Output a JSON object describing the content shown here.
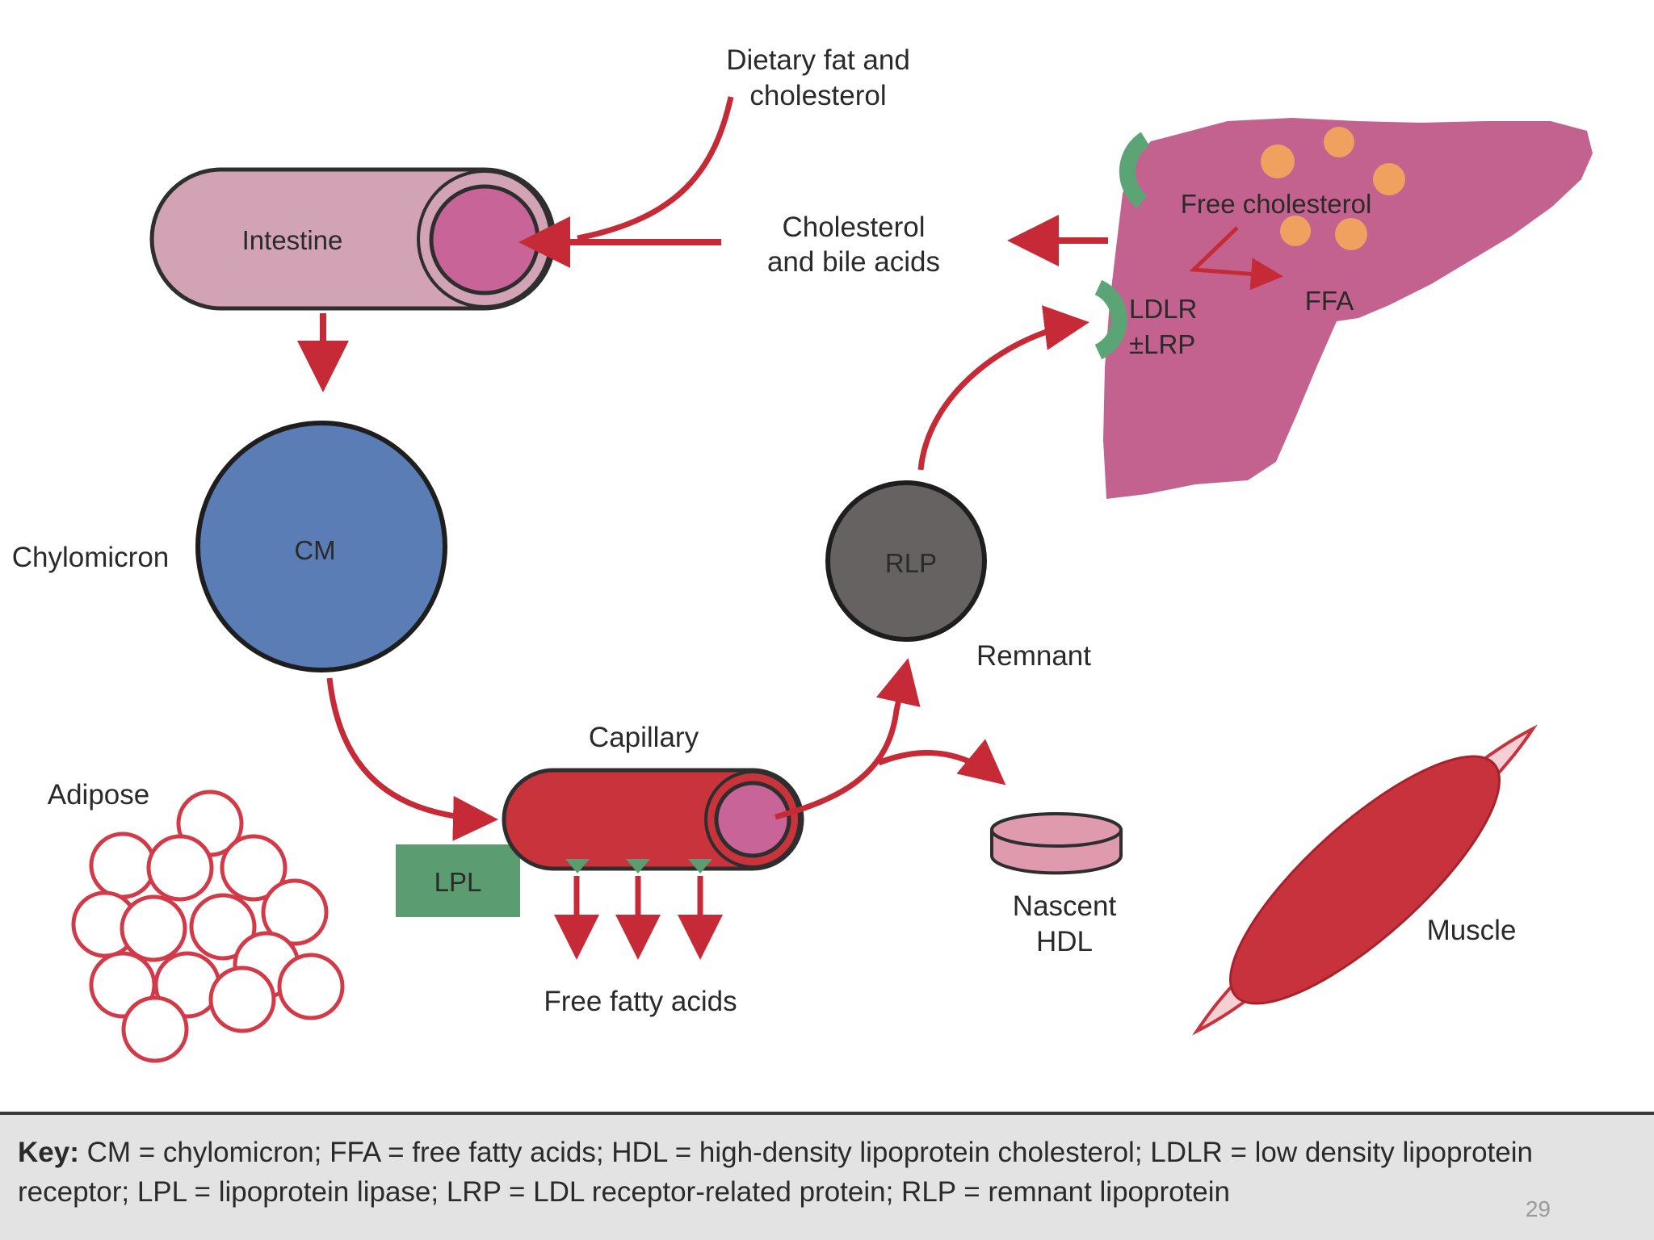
{
  "labels": {
    "dietary_line1": "Dietary fat and",
    "dietary_line2": "cholesterol",
    "intestine": "Intestine",
    "cholesterol_line1": "Cholesterol",
    "cholesterol_line2": "and bile acids",
    "free_cholesterol": "Free cholesterol",
    "ffa": "FFA",
    "ldlr_line1": "LDLR",
    "ldlr_line2": "±LRP",
    "chylomicron": "Chylomicron",
    "cm": "CM",
    "rlp": "RLP",
    "remnant": "Remnant",
    "capillary": "Capillary",
    "adipose": "Adipose",
    "lpl": "LPL",
    "free_fatty_acids": "Free fatty acids",
    "nascent_line1": "Nascent",
    "nascent_line2": "HDL",
    "muscle": "Muscle"
  },
  "key": {
    "heading": "Key:",
    "text": "CM = chylomicron; FFA = free fatty acids; HDL = high-density lipoprotein cholesterol; LDLR = low density lipoprotein receptor; LPL = lipoprotein lipase; LRP = LDL receptor-related protein; RLP = remnant lipoprotein"
  },
  "page_number": "29",
  "colors": {
    "arrow": "#c62a36",
    "liver": "#c4628f",
    "chylomicron": "#5b7db5",
    "remnant": "#676262",
    "capillary": "#c8333c",
    "lpl_box": "#5b9c70",
    "receptor": "#5aa476",
    "intestine": "#d1a3b5",
    "lumen": "#c86497",
    "hdl": "#df9aae",
    "cholesterol_dots": "#f0a160",
    "adipose_stroke": "#d23a48",
    "muscle": "#c8323c"
  }
}
